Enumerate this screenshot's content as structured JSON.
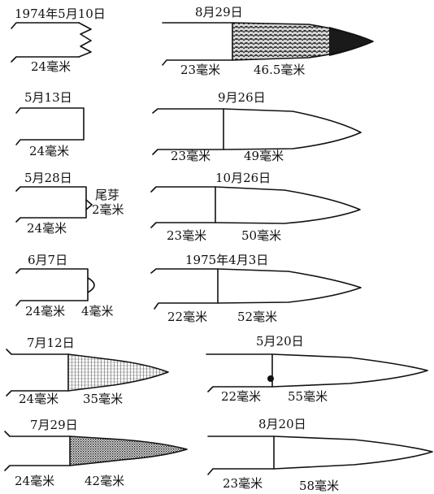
{
  "stages": {
    "s1": {
      "date": "1974年5月10日",
      "stump": "24毫米"
    },
    "s2": {
      "date": "5月13日",
      "stump": "24毫米"
    },
    "s3": {
      "date": "5月28日",
      "stump": "24毫米",
      "bud_name": "尾芽",
      "bud": "2毫米"
    },
    "s4": {
      "date": "6月7日",
      "stump": "24毫米",
      "regen": "4毫米"
    },
    "s5": {
      "date": "7月12日",
      "stump": "24毫米",
      "regen": "35毫米"
    },
    "s6": {
      "date": "7月29日",
      "stump": "24毫米",
      "regen": "42毫米"
    },
    "s7": {
      "date": "8月29日",
      "stump": "23毫米",
      "regen": "46.5毫米"
    },
    "s8": {
      "date": "9月26日",
      "stump": "23毫米",
      "regen": "49毫米"
    },
    "s9": {
      "date": "10月26日",
      "stump": "23毫米",
      "regen": "50毫米"
    },
    "s10": {
      "date": "1975年4月3日",
      "stump": "22毫米",
      "regen": "52毫米"
    },
    "s11": {
      "date": "5月20日",
      "stump": "22毫米",
      "regen": "55毫米"
    },
    "s12": {
      "date": "8月20日",
      "stump": "23毫米",
      "regen": "58毫米"
    }
  }
}
